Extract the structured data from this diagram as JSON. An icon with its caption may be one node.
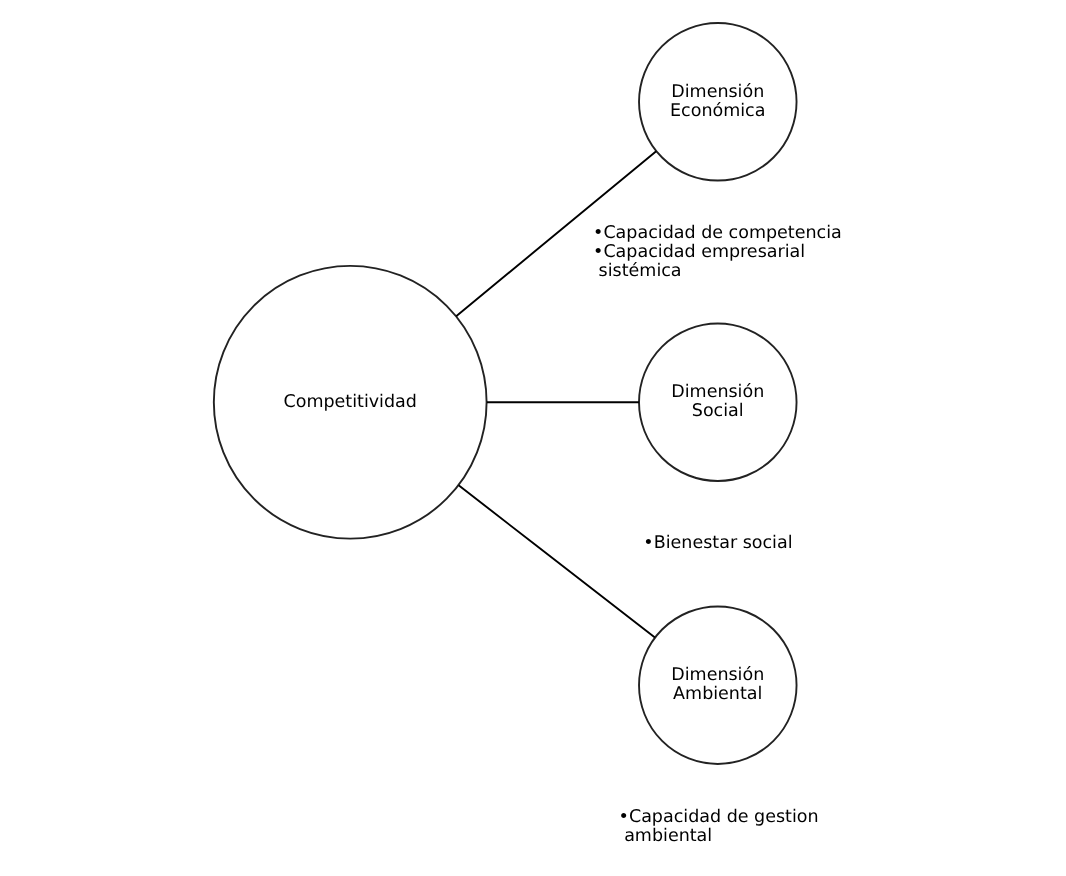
{
  "diagram": {
    "nodes": [
      {
        "text": [
          "Competitividad"
        ]
      },
      {
        "text": [
          "Dimensión Económica"
        ],
        "beside": [
          "•Capacidad de competencia",
          "•Capacidad empresarial sistémica"
        ]
      },
      {
        "text": [
          "Dimensión Social"
        ],
        "beside": [
          "•Bienestar social"
        ]
      },
      {
        "text": [
          "Dimensión Ambiental"
        ],
        "beside": [
          "•Capacidad de gestion ambiental"
        ]
      }
    ],
    "edges": [
      {
        "from": 0,
        "to": 1,
        "arrow": "none"
      },
      {
        "from": 0,
        "to": 2,
        "arrow": "none"
      },
      {
        "from": 0,
        "to": 3,
        "arrow": "none"
      }
    ]
  }
}
